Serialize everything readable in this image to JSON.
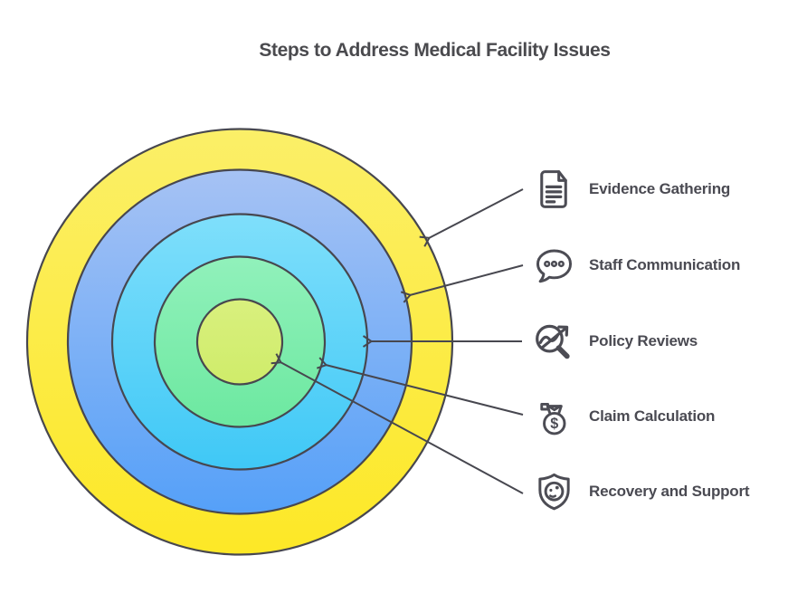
{
  "title": "Steps to Address Medical Facility Issues",
  "colors": {
    "background": "#FFFFFF",
    "title_text": "#4A4A4E",
    "label_text": "#4A4A52",
    "outline_stroke": "#47474F",
    "arrow_stroke": "#47474F"
  },
  "icons": {
    "money_bag_symbol": "$"
  },
  "diagram": {
    "type": "onion-concentric-circles",
    "ring_order": "outermost-to-innermost",
    "rings": [
      {
        "label": "Evidence Gathering",
        "icon": "document-icon",
        "color_top": "#FBEF68",
        "color_bottom": "#FDE826"
      },
      {
        "label": "Staff Communication",
        "icon": "speech-bubble-icon",
        "color_top": "#A6C2F4",
        "color_bottom": "#55A0F8"
      },
      {
        "label": "Policy Reviews",
        "icon": "magnifier-trend-icon",
        "color_top": "#7FDFFB",
        "color_bottom": "#3FC8F6"
      },
      {
        "label": "Claim Calculation",
        "icon": "money-bag-icon",
        "color_top": "#91F1BB",
        "color_bottom": "#6CE8A0"
      },
      {
        "label": "Recovery and Support",
        "icon": "shield-smiley-icon",
        "color_top": "#D9F07E",
        "color_bottom": "#CFEC6A"
      }
    ]
  }
}
